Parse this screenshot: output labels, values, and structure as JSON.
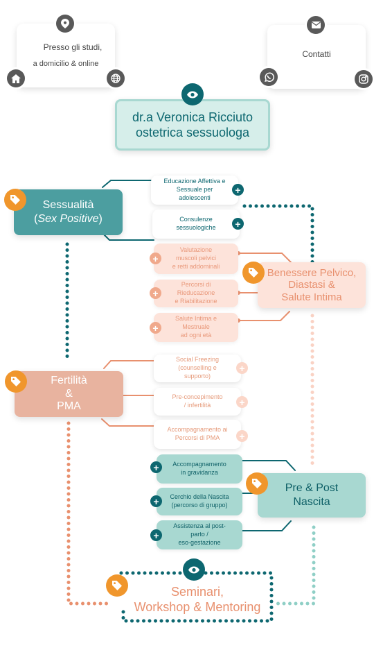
{
  "location_card": {
    "line1": "Presso gli studi,",
    "line2": "a domicilio  &  online"
  },
  "contact_card": {
    "label": "Contatti"
  },
  "title_card": {
    "line1": "dr.a Veronica Ricciuto",
    "line2": "ostetrica sessuologa"
  },
  "hubs": {
    "sessualita": {
      "line1": "Sessualità",
      "line2_prefix": "(",
      "line2_italic": "Sex Positive",
      "line2_suffix": ")"
    },
    "benessere": {
      "line1": "Benessere Pelvico,",
      "line2": "Diastasi &",
      "line3": "Salute Intima"
    },
    "fertilita": {
      "line1": "Fertilità",
      "line2": "&",
      "line3": "PMA"
    },
    "prepost": {
      "line1": "Pre & Post",
      "line2": "Nascita"
    },
    "seminari": {
      "line1": "Seminari,",
      "line2": "Workshop & Mentoring"
    }
  },
  "leaves": {
    "educazione": {
      "line1": "Educazione Affettiva e",
      "line2": "Sessuale per adolescenti"
    },
    "consulenze": {
      "line1": "Consulenze",
      "line2": "sessuologiche"
    },
    "valutazione": {
      "line1": "Valutazione",
      "line2": "muscoli pelvici",
      "line3": "e retti addominali"
    },
    "rieducazione": {
      "line1": "Percorsi di Rieducazione",
      "line2": "e Riabilitazione"
    },
    "salute": {
      "line1": "Salute Intima e",
      "line2": "Mestruale",
      "line3": "ad ogni età"
    },
    "freezing": {
      "line1": "Social Freezing",
      "line2": "(counselling e supporto)"
    },
    "preconcepimento": {
      "line1": "Pre-concepimento",
      "line2": "/ infertilità"
    },
    "pma": {
      "line1": "Accompagnamento ai",
      "line2": "Percorsi di PMA"
    },
    "gravidanza": {
      "line1": "Accompagnamento",
      "line2": "in gravidanza"
    },
    "cerchio": {
      "line1": "Cerchio della Nascita",
      "line2": "(percorso di gruppo)"
    },
    "postparto": {
      "line1": "Assistenza al post-parto /",
      "line2": "eso-gestazione"
    }
  },
  "plus_glyph": "+",
  "colors": {
    "teal": "#0d6770",
    "hub_teal": "#4c9ea0",
    "peach": "#e8b39f",
    "mint": "#a8d8d1",
    "orange": "#f0962c",
    "coral": "#e8906e"
  },
  "icons": [
    "location-pin-icon",
    "home-icon",
    "globe-icon",
    "mail-icon",
    "whatsapp-icon",
    "instagram-icon",
    "eye-icon",
    "tag-icon",
    "plus-icon"
  ]
}
